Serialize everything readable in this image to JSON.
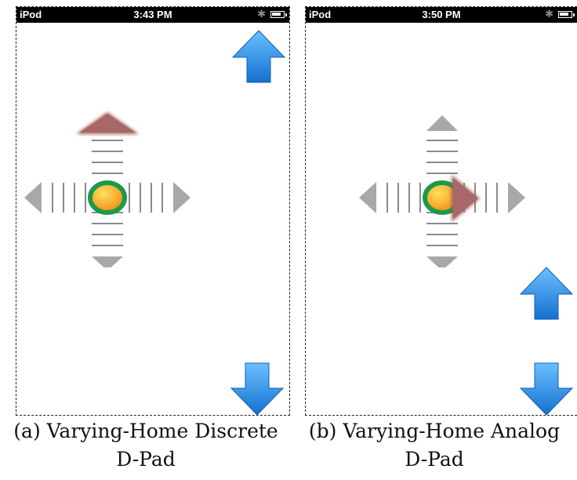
{
  "panels": [
    {
      "status_bar": {
        "carrier": "iPod",
        "time": "3:43 PM"
      },
      "caption_line1": "(a) Varying-Home Discrete",
      "caption_line2": "D-Pad"
    },
    {
      "status_bar": {
        "carrier": "iPod",
        "time": "3:50 PM"
      },
      "caption_line1": "(b) Varying-Home Analog",
      "caption_line2": "D-Pad"
    }
  ],
  "icons": {
    "up_arrow": "arrow-up-icon",
    "down_arrow": "arrow-down-icon",
    "joystick_knob": "joystick-knob-icon",
    "direction_indicator": "direction-indicator-icon",
    "bluetooth": "bluetooth-icon",
    "battery": "battery-icon"
  },
  "colors": {
    "arrow_blue": "#2a8de8",
    "knob_ring": "#1a9a4a",
    "knob_fill": "#f0a020",
    "indicator": "#9a5a5a",
    "dpad_gray": "#a8a8a8"
  }
}
